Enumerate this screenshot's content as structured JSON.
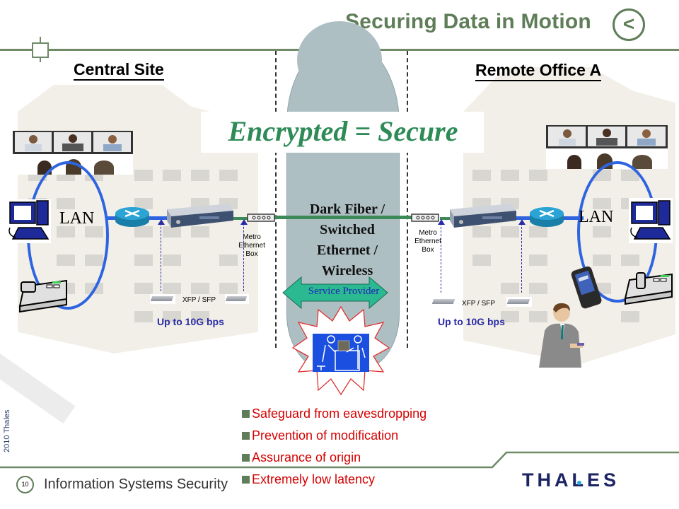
{
  "header": {
    "title": "Securing Data in Motion",
    "back_label": "<"
  },
  "central_site": {
    "heading": "Central Site",
    "lan_label": "LAN",
    "metro_label_lines": [
      "Metro",
      "Ethernet",
      "Box"
    ],
    "xfp_label": "XFP / SFP",
    "speed_label": "Up to 10G bps"
  },
  "remote_office": {
    "heading": "Remote Office A",
    "lan_label": "LAN",
    "metro_label_lines": [
      "Metro",
      "Ethernet",
      "Box"
    ],
    "xfp_label": "XFP / SFP",
    "speed_label": "Up to 10G bps"
  },
  "banner": {
    "text": "Encrypted = Secure"
  },
  "cloud": {
    "lines": [
      "Dark Fiber /",
      "Switched",
      "Ethernet /",
      "Wireless"
    ],
    "service_provider": "Service Provider"
  },
  "bullets": [
    "Safeguard from eavesdropping",
    "Prevention of modification",
    "Assurance of origin",
    "Extremely low latency"
  ],
  "footer": {
    "copyright": "2010 Thales",
    "page_number": "10",
    "section": "Information Systems Security",
    "brand": "THALES"
  },
  "colors": {
    "theme_green": "#5e7d58",
    "banner_green": "#2e8b57",
    "bullet_red": "#d40000",
    "speed_blue": "#2b2ba8",
    "lan_blue": "#2f64e0",
    "brand_navy": "#1c2463",
    "brand_dot": "#27a9e1"
  }
}
